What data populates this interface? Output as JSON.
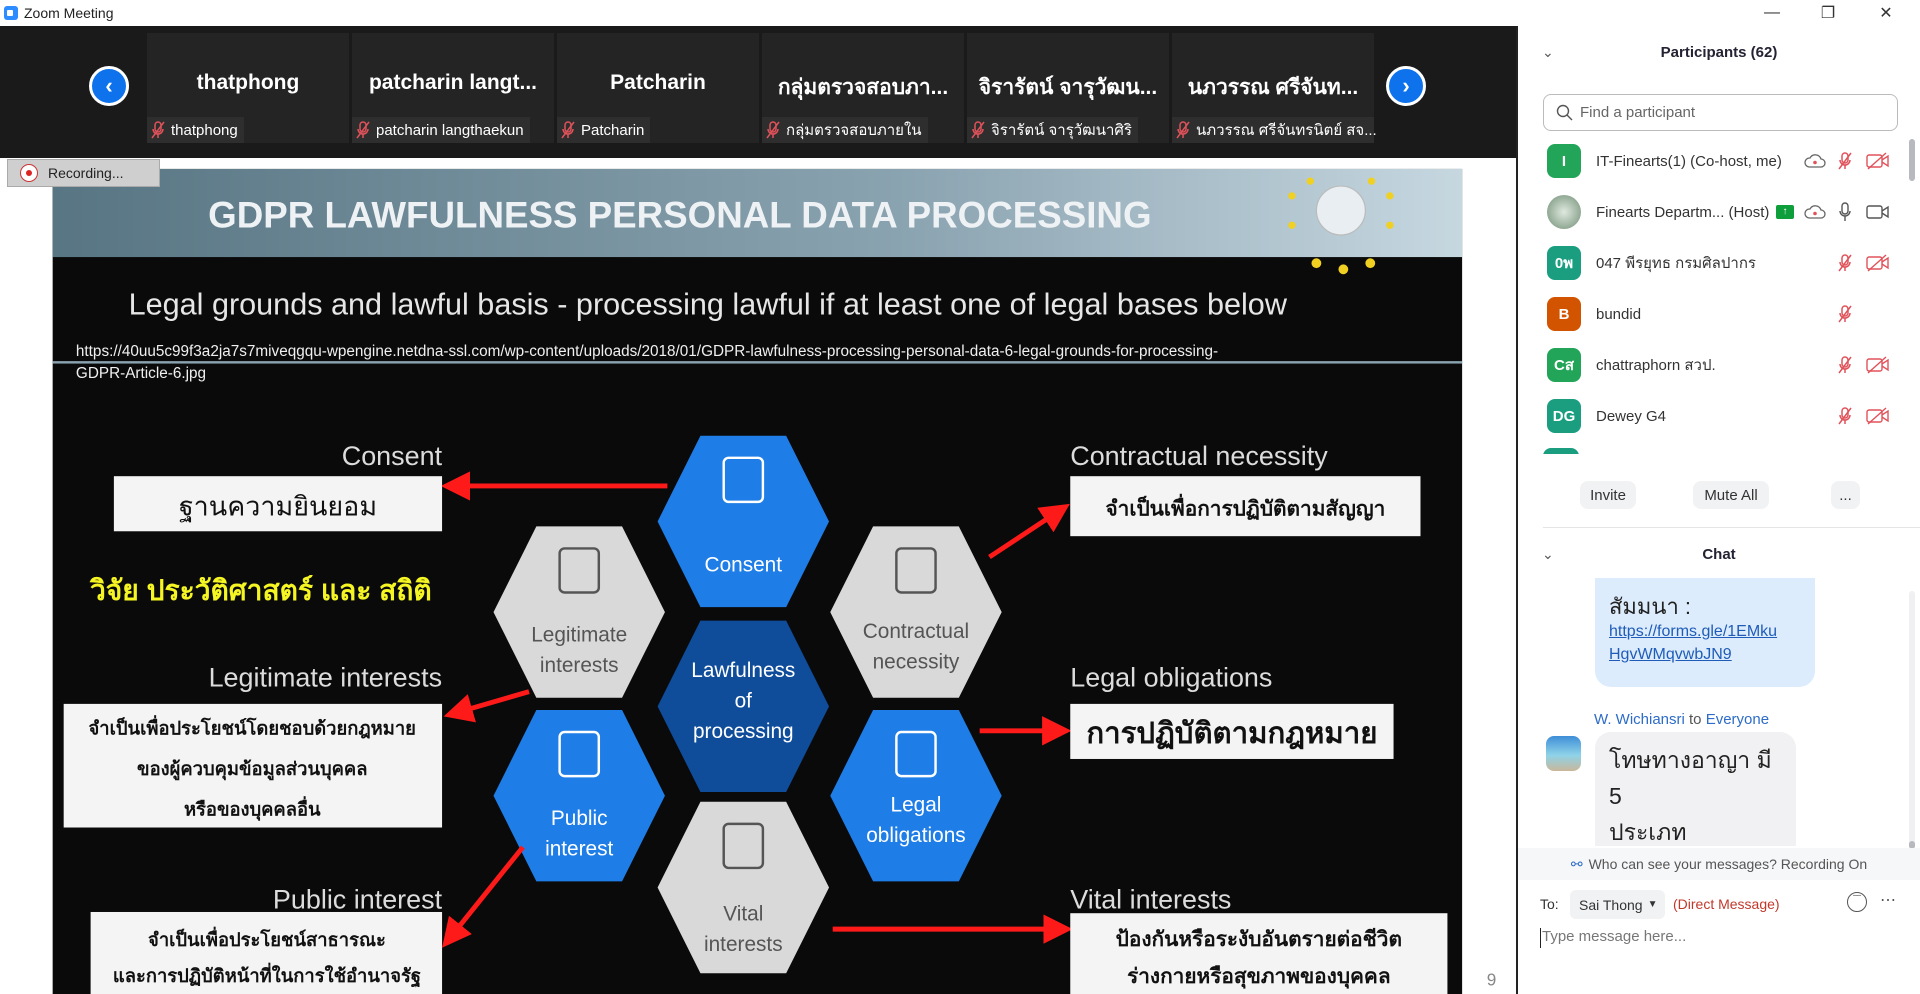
{
  "window": {
    "title": "Zoom Meeting",
    "minimize": "—",
    "maximize": "❐",
    "close": "✕"
  },
  "gallery": {
    "tiles": [
      {
        "display": "thatphong",
        "name": "thatphong"
      },
      {
        "display": "patcharin  langt...",
        "name": "patcharin langthaekun"
      },
      {
        "display": "Patcharin",
        "name": "Patcharin"
      },
      {
        "display": "กลุ่มตรวจสอบภา...",
        "name": "กลุ่มตรวจสอบภายใน"
      },
      {
        "display": "จิรารัตน์ จารุวัฒน...",
        "name": "จิรารัตน์ จารุวัฒนาศิริ"
      },
      {
        "display": "นภวรรณ ศรีจันท...",
        "name": "นภวรรณ ศรีจันทรนิตย์ สจ..."
      }
    ],
    "prev": "‹",
    "next": "›"
  },
  "recording": {
    "label": "Recording..."
  },
  "slide": {
    "title": "GDPR LAWFULNESS PERSONAL DATA PROCESSING",
    "subtitle": "Legal grounds and lawful basis - processing lawful if at least one of legal bases below",
    "url_lines": [
      "https://40uu5c99f3a2ja7s7miveqgqu-wpengine.netdna-ssl.com/wp-content/uploads/2018/01/GDPR-lawfulness-processing-personal-data-6-legal-grounds-for-processing-",
      "GDPR-Article-6.jpg"
    ],
    "highlight": "วิจัย ประวัติศาสตร์ และ สถิติ",
    "page_number": "9",
    "hexes": {
      "consent": [
        "Consent"
      ],
      "legitimate": [
        "Legitimate",
        "interests"
      ],
      "contractual": [
        "Contractual",
        "necessity"
      ],
      "center": [
        "Lawfulness",
        "of",
        "processing"
      ],
      "public": [
        "Public",
        "interest"
      ],
      "legal": [
        "Legal",
        "obligations"
      ],
      "vital": [
        "Vital",
        "interests"
      ]
    },
    "bases": {
      "consent": {
        "label": "Consent",
        "thai": [
          "ฐานความยินยอม"
        ]
      },
      "legitimate": {
        "label": "Legitimate interests",
        "thai": [
          "จำเป็นเพื่อประโยชน์โดยชอบด้วยกฎหมาย",
          "ของผู้ควบคุมข้อมูลส่วนบุคคล",
          "หรือของบุคคลอื่น"
        ]
      },
      "public": {
        "label": "Public interest",
        "thai": [
          "จำเป็นเพื่อประโยชน์สาธารณะ",
          "และการปฏิบัติหน้าที่ในการใช้อำนาจรัฐ"
        ]
      },
      "contractual": {
        "label": "Contractual necessity",
        "thai": [
          "จำเป็นเพื่อการปฏิบัติตามสัญญา"
        ]
      },
      "legal": {
        "label": "Legal obligations",
        "thai": [
          "การปฏิบัติตามกฎหมาย"
        ]
      },
      "vital": {
        "label": "Vital interests",
        "thai": [
          "ป้องกันหรือระงับอันตรายต่อชีวิต",
          "ร่างกายหรือสุขภาพของบุคคล"
        ]
      }
    },
    "colors": {
      "blue": "#1e7de6",
      "dark_blue": "#0f4c9a",
      "gray": "#d9d9d9",
      "arrow": "#ff1a1a",
      "yellow": "#f5f523"
    }
  },
  "participants": {
    "title": "Participants (62)",
    "search_placeholder": "Find a participant",
    "list": [
      {
        "initials": "I",
        "color": "#23a559",
        "name": "IT-Finearts(1) (Co-host, me)",
        "cloud": true,
        "mic": "muted",
        "video": "off"
      },
      {
        "initials": "",
        "color": "#7a9a80",
        "name": "Finearts Departm...  (Host)",
        "share": true,
        "cloud": true,
        "mic": "on",
        "video": "on"
      },
      {
        "initials": "0พ",
        "color": "#1b9e80",
        "name": "047 พีรยุทธ กรมศิลปากร",
        "mic": "muted",
        "video": "off"
      },
      {
        "initials": "B",
        "color": "#d35400",
        "name": "bundid",
        "mic": "muted"
      },
      {
        "initials": "Cส",
        "color": "#23a559",
        "name": "chattraphorn สวป.",
        "mic": "muted",
        "video": "off"
      },
      {
        "initials": "DG",
        "color": "#1b9e80",
        "name": "Dewey G4",
        "mic": "muted",
        "video": "off"
      }
    ],
    "buttons": {
      "invite": "Invite",
      "mute_all": "Mute All",
      "more": "..."
    }
  },
  "chat": {
    "title": "Chat",
    "messages": [
      {
        "lines": [
          "สัมมนา  :"
        ],
        "link": [
          "https://forms.gle/1EMku",
          "HgvWMqvwbJN9"
        ]
      },
      {
        "sender": "W. Wichiansri",
        "to_word": "to",
        "recipient": "Everyone",
        "lines": [
          "โทษทางอาญา มี 5",
          "ประเภท"
        ]
      }
    ],
    "notice": "Who can see your messages? Recording On",
    "to_label": "To:",
    "recipient": "Sai Thong",
    "direct": "(Direct Message)",
    "placeholder": "Type message here..."
  }
}
